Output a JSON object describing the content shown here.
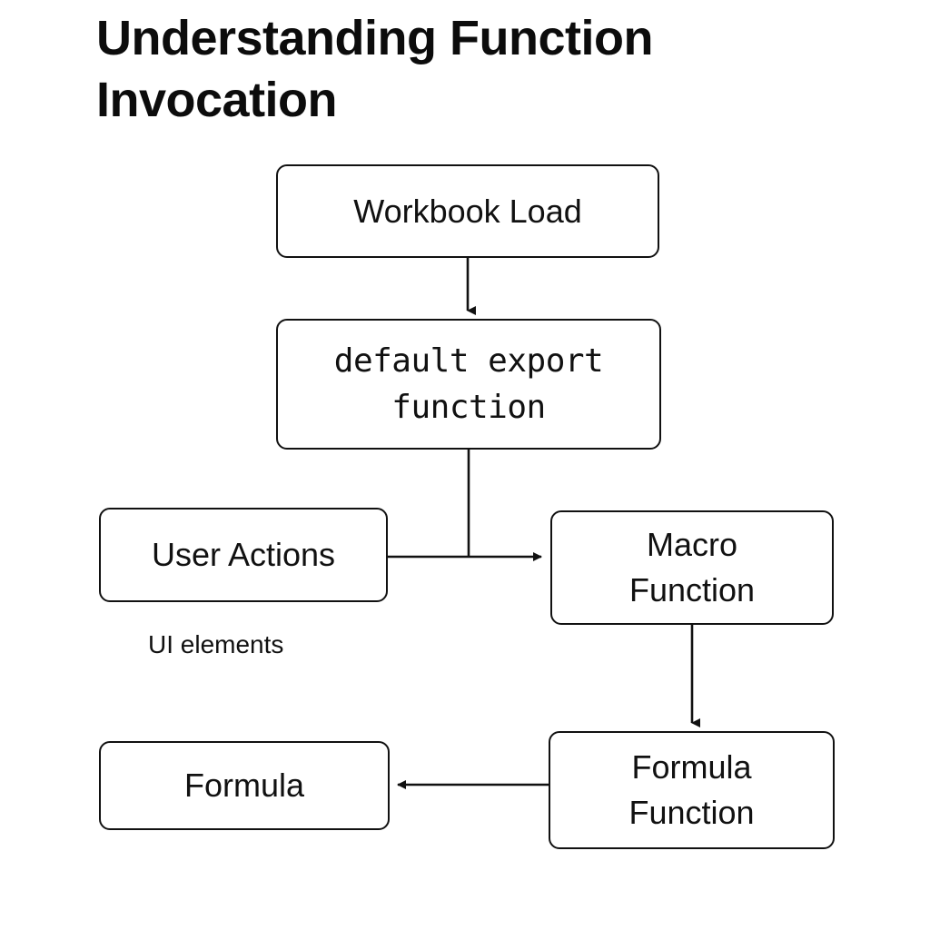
{
  "title": "Understanding Function\nInvocation",
  "background_color": "#ffffff",
  "stroke_color": "#111111",
  "text_color": "#111111",
  "nodes": [
    {
      "id": "workbook-load",
      "label": "Workbook Load"
    },
    {
      "id": "default-export",
      "label": "default export\nfunction"
    },
    {
      "id": "user-actions",
      "label": "User Actions"
    },
    {
      "id": "macro-function",
      "label": "Macro\nFunction"
    },
    {
      "id": "formula",
      "label": "Formula"
    },
    {
      "id": "formula-function",
      "label": "Formula\nFunction"
    }
  ],
  "captions": [
    {
      "id": "ui-elements",
      "text": "UI elements"
    }
  ],
  "edges": [
    {
      "from": "workbook-load",
      "to": "default-export",
      "label": "",
      "direction": "down"
    },
    {
      "from": "default-export",
      "to": "macro-function",
      "label": "",
      "direction": "down-right"
    },
    {
      "from": "user-actions",
      "to": "macro-function",
      "label": "",
      "direction": "right"
    },
    {
      "from": "macro-function",
      "to": "formula-function",
      "label": "",
      "direction": "down"
    },
    {
      "from": "formula-function",
      "to": "formula",
      "label": "",
      "direction": "left"
    }
  ]
}
